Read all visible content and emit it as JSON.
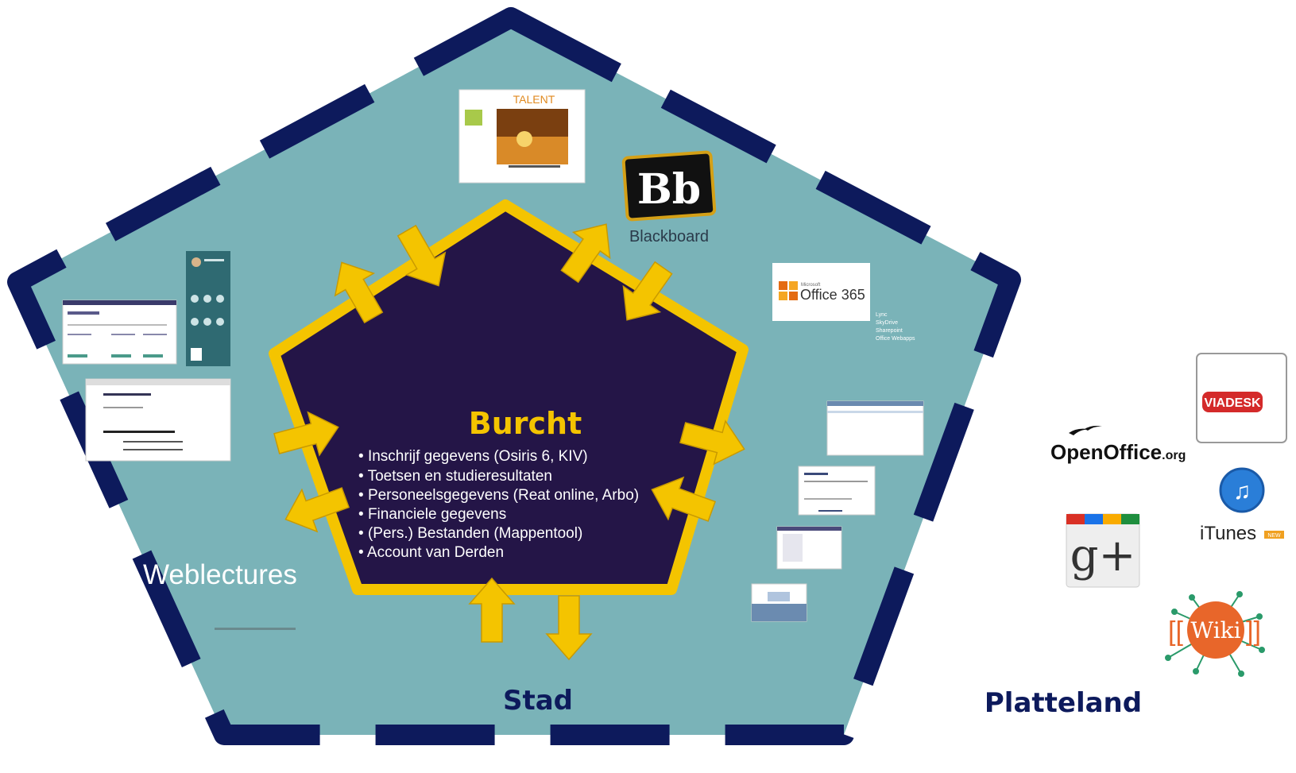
{
  "burcht": {
    "title": "Burcht",
    "items": [
      "Inschrijf gegevens (Osiris 6, KIV)",
      "Toetsen en studieresultaten",
      "Personeelsgegevens (Reat online, Arbo)",
      "Financiele gegevens",
      "(Pers.) Bestanden (Mappentool)",
      "Account van Derden"
    ]
  },
  "zones": {
    "stad": "Stad",
    "platteland": "Platteland"
  },
  "apps": {
    "blackboard_logo": "Bb",
    "blackboard_label": "Blackboard",
    "talent_title": "TALENT",
    "office_small": "Microsoft",
    "office_name": "Office 365",
    "office_notes": [
      "Lync",
      "SkyDrive",
      "Sharepoint",
      "Office Webapps"
    ],
    "weblectures": "Weblectures",
    "openoffice_main": "OpenOffice",
    "openoffice_suffix": ".org",
    "viadesk": "VIADESK",
    "itunes": "iTunes",
    "itunes_badge": "NEW",
    "gplus": "g+",
    "wiki": "Wiki"
  },
  "colors": {
    "outer_fill": "#7ab3b8",
    "outer_border": "#0d1a5c",
    "inner_fill": "#241547",
    "inner_border": "#f4c400",
    "arrow": "#f4c400",
    "label_dark": "#0d1a5c",
    "burcht_title": "#f4c400",
    "weblectures_text": "#ffffff"
  }
}
